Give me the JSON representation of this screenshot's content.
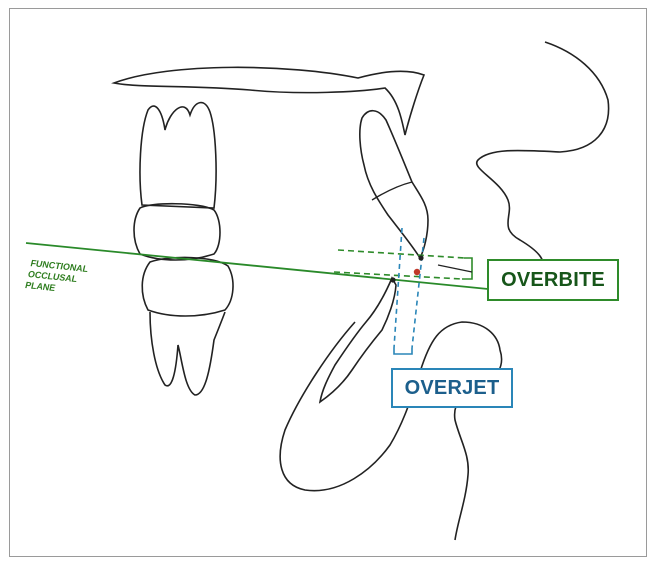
{
  "labels": {
    "functional_occlusal_plane": [
      "FUNCTIONAL",
      "OCCLUSAL",
      "PLANE"
    ],
    "overbite": "OVERBITE",
    "overjet": "OVERJET"
  },
  "colors": {
    "outline": "#222222",
    "plane_line": "#2a8a2a",
    "overbite_green": "#2e8b2a",
    "overjet_blue": "#2a86b8",
    "contact_point": "#c0392b"
  }
}
